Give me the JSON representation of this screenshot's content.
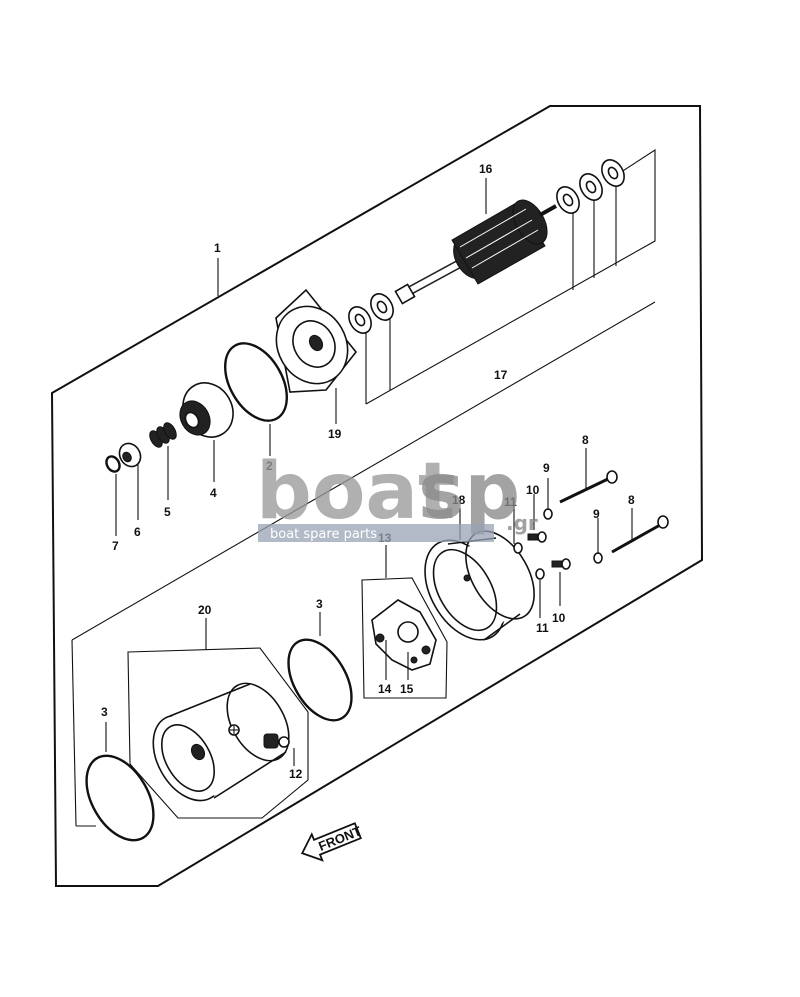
{
  "callouts": {
    "c1": "1",
    "c2": "2",
    "c3a": "3",
    "c3b": "3",
    "c4": "4",
    "c5": "5",
    "c6": "6",
    "c7": "7",
    "c8a": "8",
    "c8b": "8",
    "c9a": "9",
    "c9b": "9",
    "c10a": "10",
    "c10b": "10",
    "c11a": "11",
    "c11b": "11",
    "c12": "12",
    "c13": "13",
    "c14": "14",
    "c15": "15",
    "c16": "16",
    "c17": "17",
    "c18": "18",
    "c19": "19",
    "c20": "20"
  },
  "front_arrow": {
    "label": "FRONT"
  },
  "watermark": {
    "brand_left": "boat",
    "brand_right": "sp",
    "suffix": ".gr",
    "tagline": "boat spare parts"
  }
}
